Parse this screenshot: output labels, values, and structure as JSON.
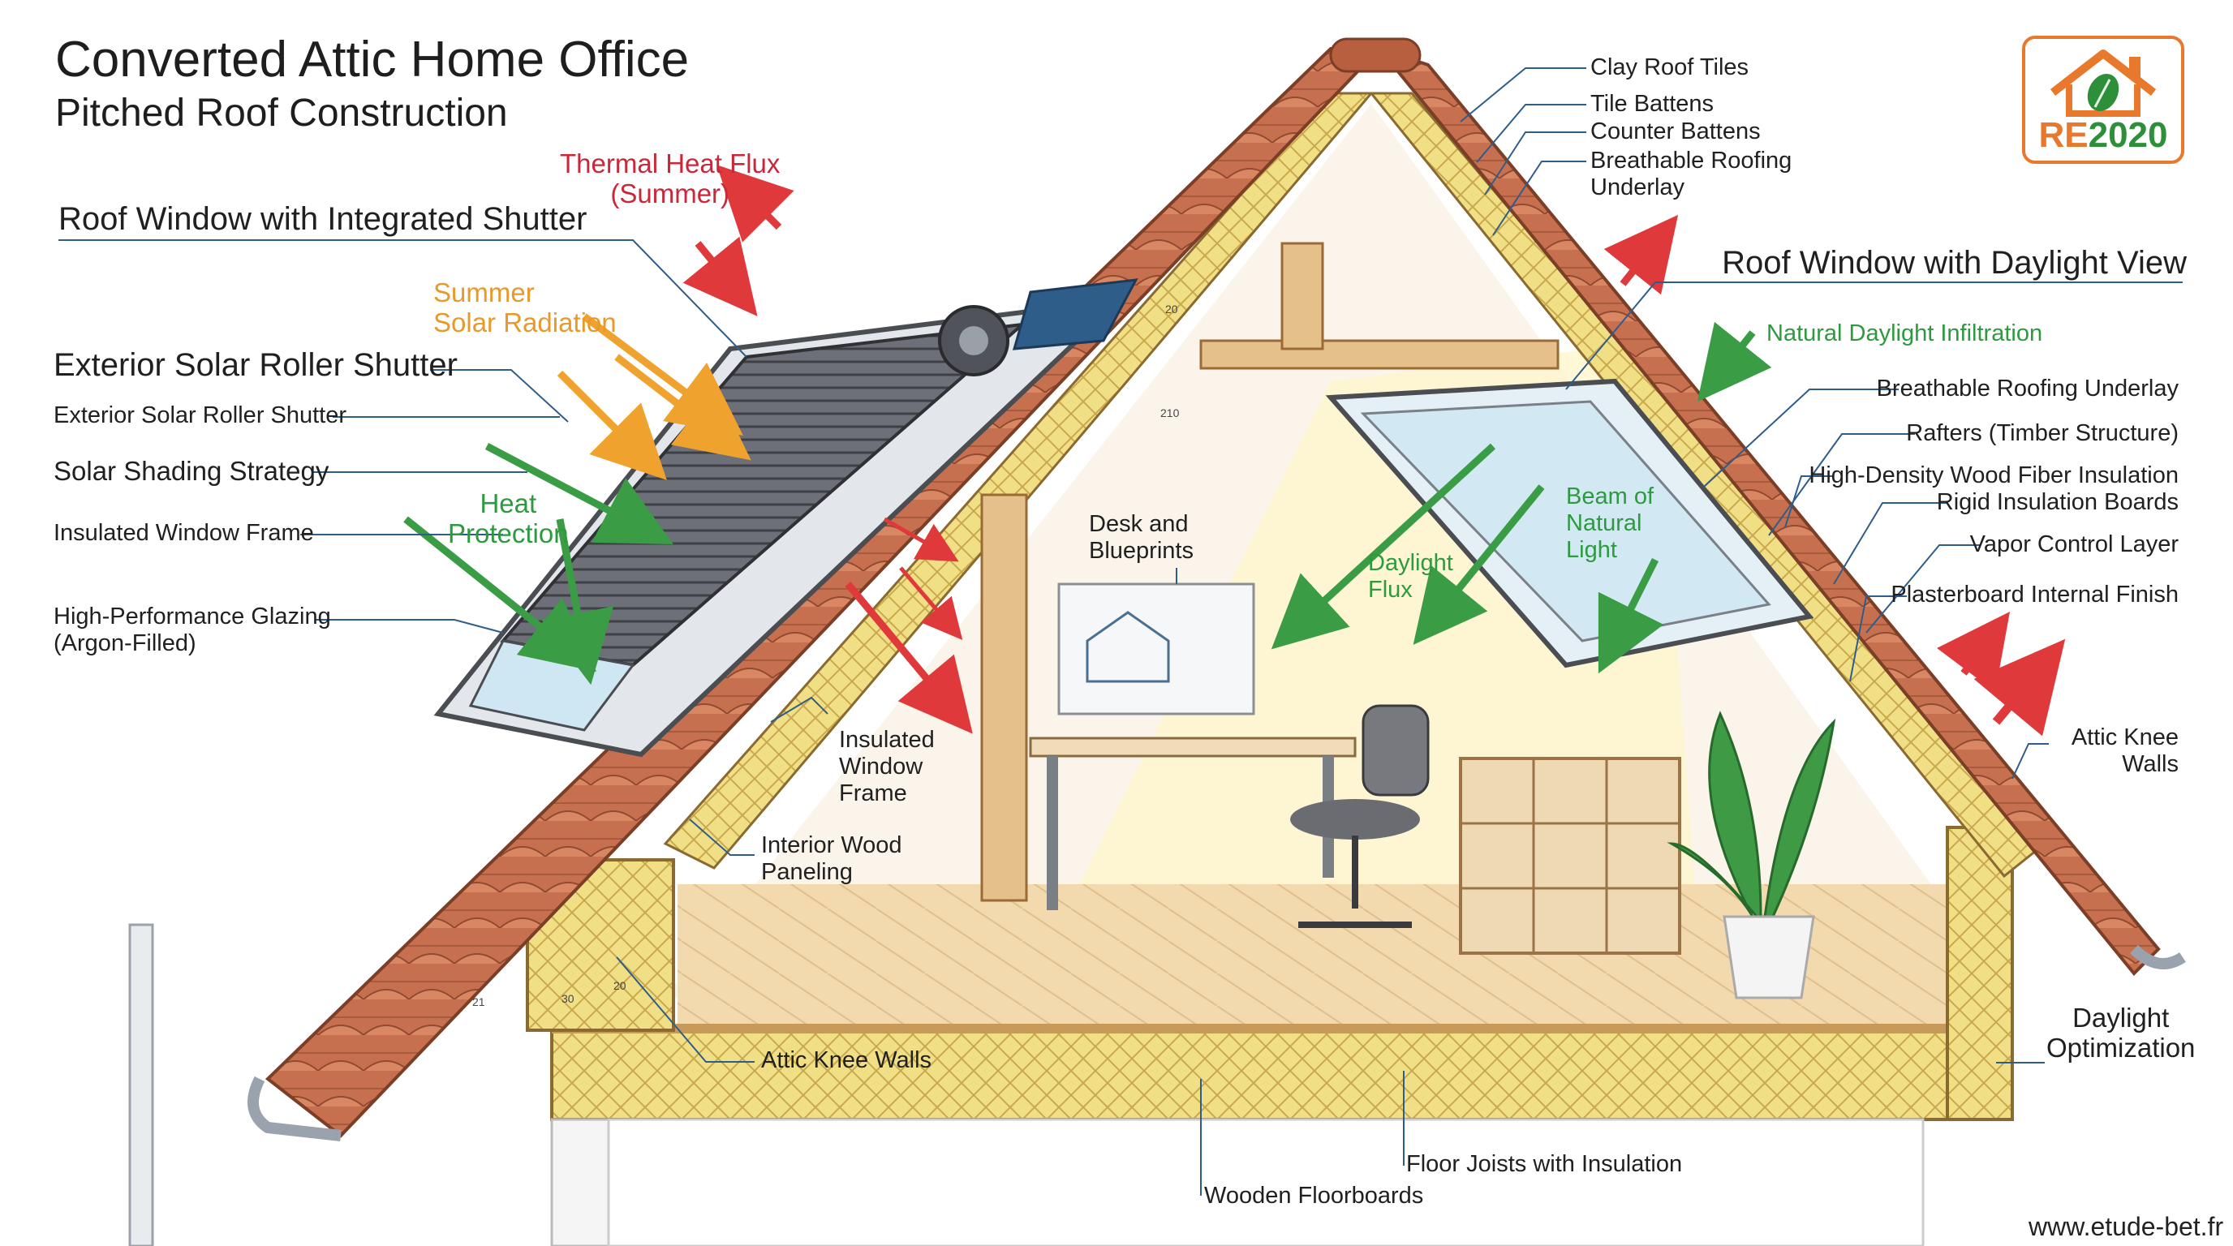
{
  "title": "Converted Attic Home Office",
  "subtitle": "Pitched Roof Construction",
  "badge": {
    "label_re": "RE",
    "label_year": "2020",
    "icon": "house-leaf-icon"
  },
  "website": "www.etude-bet.fr",
  "colors": {
    "roof_tile": "#c7704f",
    "insulation": "#f1df86",
    "thermal_arrow": "#e0393b",
    "solar_arrow": "#f0a22e",
    "daylight_arrow": "#3a9c45",
    "leader_line": "#2f5d8a",
    "badge_orange": "#e8782b",
    "badge_green": "#2e8f3a"
  },
  "labels": {
    "thermal_heat_flux": [
      "Thermal Heat Flux",
      "(Summer)"
    ],
    "roof_window_shutter": "Roof Window with Integrated Shutter",
    "summer_solar_radiation": [
      "Summer",
      "Solar Radiation"
    ],
    "exterior_roller_shutter_large": "Exterior Solar Roller Shutter",
    "exterior_roller_shutter": "Exterior Solar Roller Shutter",
    "solar_shading_strategy": "Solar Shading Strategy",
    "heat_protection": [
      "Heat",
      "Protection"
    ],
    "insulated_window_frame_left": "Insulated Window Frame",
    "high_performance_glazing": [
      "High-Performance Glazing",
      "(Argon-Filled)"
    ],
    "insulated_window_frame_center": [
      "Insulated",
      "Window",
      "Frame"
    ],
    "interior_wood_paneling": [
      "Interior Wood",
      "Paneling"
    ],
    "attic_knee_walls_left": "Attic Knee Walls",
    "desk_and_blueprints": [
      "Desk and",
      "Blueprints"
    ],
    "daylight_flux": [
      "Daylight",
      "Flux"
    ],
    "beam_of_natural_light": [
      "Beam of",
      "Natural",
      "Light"
    ],
    "wooden_floorboards": "Wooden Floorboards",
    "floor_joists": "Floor Joists with Insulation",
    "clay_roof_tiles": "Clay Roof Tiles",
    "tile_battens": "Tile Battens",
    "counter_battens": "Counter Battens",
    "breathable_underlay_top": [
      "Breathable Roofing",
      "Underlay"
    ],
    "roof_window_daylight": "Roof Window with Daylight View",
    "natural_daylight_infiltration": "Natural Daylight Infiltration",
    "breathable_underlay_right": "Breathable Roofing Underlay",
    "rafters": "Rafters (Timber Structure)",
    "wood_fiber_insulation": "High-Density Wood Fiber Insulation",
    "rigid_insulation": "Rigid Insulation Boards",
    "vapor_control": "Vapor Control Layer",
    "plasterboard": "Plasterboard Internal Finish",
    "attic_knee_walls_right": [
      "Attic Knee",
      "Walls"
    ],
    "daylight_optimization": [
      "Daylight",
      "Optimization"
    ]
  },
  "dimensions": {
    "d1": "20",
    "d2": "210",
    "d3": "30",
    "d4": "21",
    "d5": "20"
  }
}
